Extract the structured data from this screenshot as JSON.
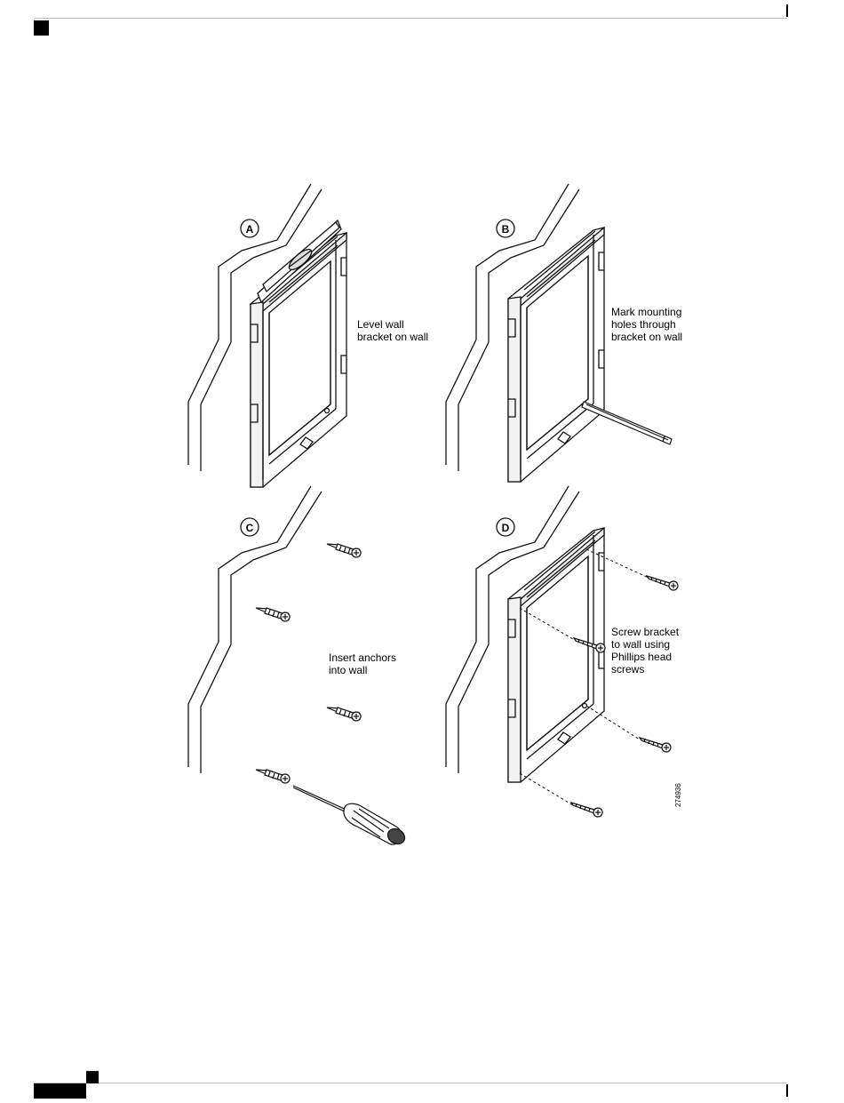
{
  "panels": {
    "a": {
      "letter": "A",
      "caption": [
        "Level wall",
        "bracket on wall"
      ]
    },
    "b": {
      "letter": "B",
      "caption": [
        "Mark mounting",
        "holes through",
        "bracket on wall"
      ]
    },
    "c": {
      "letter": "C",
      "caption": [
        "Insert anchors",
        "into wall"
      ]
    },
    "d": {
      "letter": "D",
      "caption": [
        "Screw bracket",
        "to wall using",
        "Phillips head",
        "screws"
      ]
    }
  },
  "figure_id": "274936"
}
